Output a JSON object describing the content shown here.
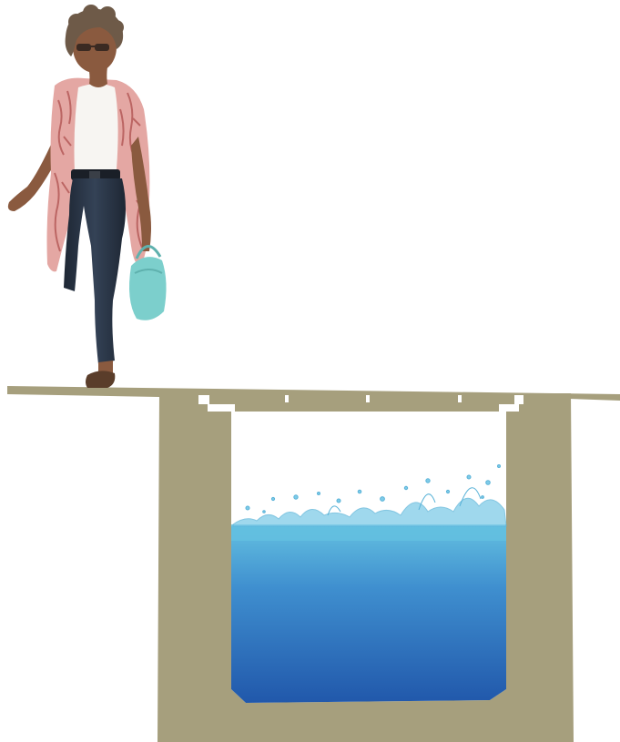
{
  "scene": {
    "colors": {
      "background": "#ffffff",
      "concrete": "#a69f7d",
      "water_surface": "#63bfe0",
      "water_mid": "#3f8fcf",
      "water_deep": "#2158ab",
      "splash": "#7fcbe8",
      "cardigan": "#e4a7a3",
      "cardigan_pattern": "#b55a58",
      "top": "#f7f5f2",
      "jeans": "#25303f",
      "skin": "#8a5a3f",
      "hair": "#6e5a48",
      "handbag": "#7ccfcc",
      "shoes": "#5a3d2a"
    },
    "elements": [
      "walking-woman",
      "ground-slab",
      "underground-tank",
      "stored-water",
      "water-splash"
    ]
  }
}
